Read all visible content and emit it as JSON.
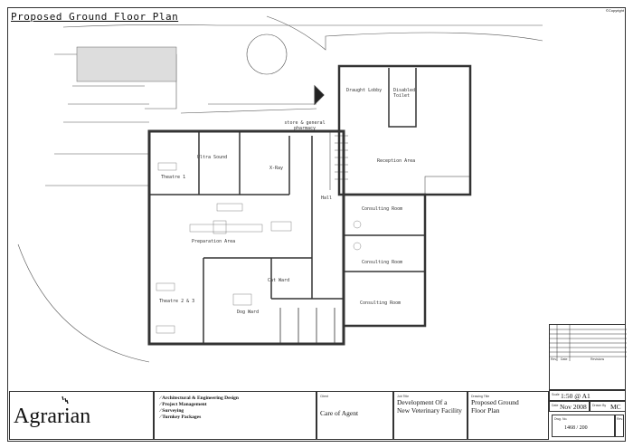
{
  "drawing": {
    "title": "Proposed Ground Floor Plan",
    "copyright": "©Copyright"
  },
  "rooms": [
    {
      "name": "Theatre 1"
    },
    {
      "name": "Ultra Sound"
    },
    {
      "name": "X-Ray"
    },
    {
      "name": "store & general pharmacy"
    },
    {
      "name": "Hall"
    },
    {
      "name": "Preparation Area"
    },
    {
      "name": "Cat Ward"
    },
    {
      "name": "Dog Ward"
    },
    {
      "name": "Theatre 2 & 3"
    },
    {
      "name": "Draught Lobby"
    },
    {
      "name": "Disabled Toilet"
    },
    {
      "name": "Reception Area"
    },
    {
      "name": "Consulting Room"
    },
    {
      "name": "Consulting Room"
    },
    {
      "name": "Consulting Room"
    }
  ],
  "revisions": {
    "headers": [
      "Rev.",
      "Date",
      "Revisions"
    ]
  },
  "company": {
    "logo": "Agrarian",
    "services": [
      "Architectural & Engineering Design",
      "Project Management",
      "Surveying",
      "Turnkey Packages"
    ]
  },
  "title_block": {
    "client_label": "Client",
    "client": "Care of Agent",
    "job_label": "Job Title",
    "job_title": [
      "Development Of a",
      "New Veterinary Facility"
    ],
    "drawing_label": "Drawing Title",
    "drawing_title": [
      "Proposed Ground",
      "Floor Plan"
    ],
    "scale_label": "Scale",
    "scale": "1:50 @ A1",
    "date_label": "Date",
    "date": "Nov 2008",
    "drawn_label": "Drawn By",
    "drawn_by": "MC",
    "dwg_label": "Dwg. No.",
    "dwg_no": "1468 / 200",
    "rev_label": "Rev."
  }
}
